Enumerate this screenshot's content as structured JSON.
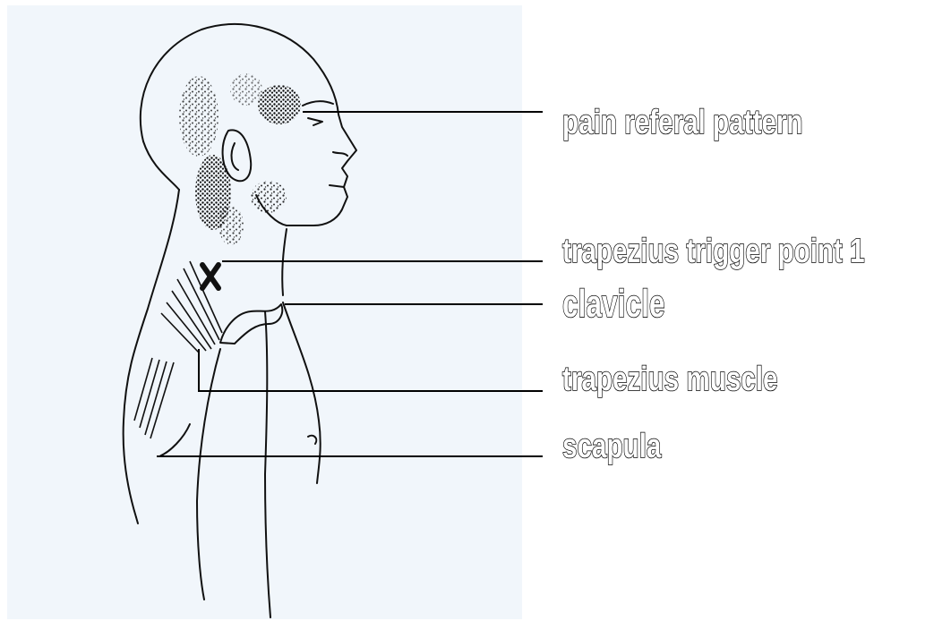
{
  "labels": {
    "pain_referral": "pain referal pattern",
    "trigger_point": "trapezius trigger point 1",
    "clavicle": "clavicle",
    "trapezius_muscle": "trapezius muscle",
    "scapula": "scapula"
  },
  "colors": {
    "ink": "#111111",
    "paper": "#f1f6fb",
    "label_fill": "#ffffff",
    "label_outline": "#000000"
  }
}
